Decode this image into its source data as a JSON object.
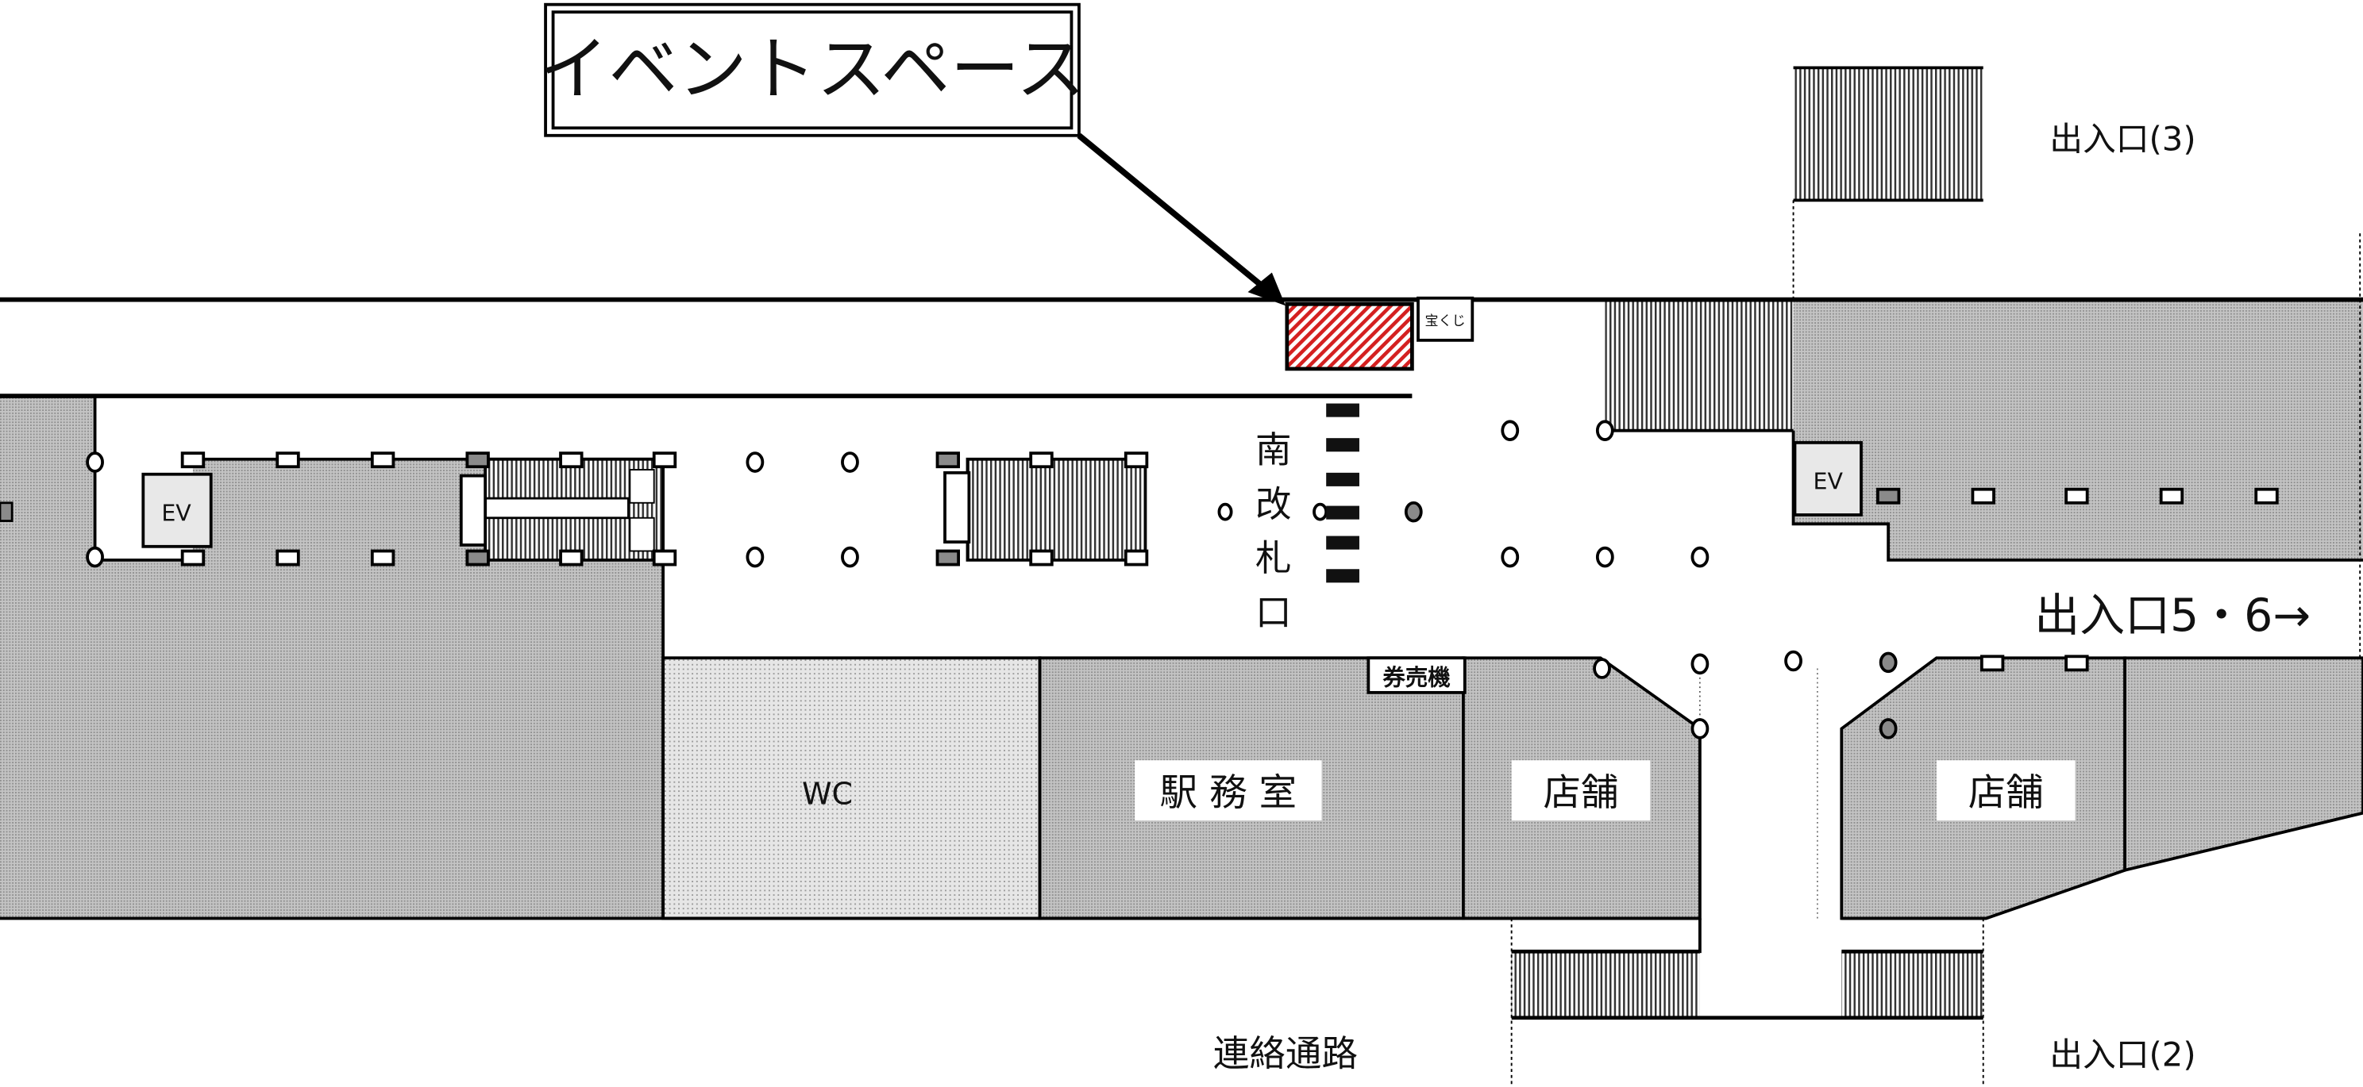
{
  "title": "イベントスペース",
  "labels": {
    "lottery": "宝くじ",
    "gate": [
      "南",
      "改",
      "札",
      "口"
    ],
    "ev_left": "EV",
    "ev_right": "EV",
    "ticket_machine": "券売機",
    "wc": "WC",
    "station_office": "駅 務 室",
    "shop_left": "店舗",
    "shop_right": "店舗",
    "exit_3": "出入口(3)",
    "exit_56": "出入口5・6→",
    "exit_2": "出入口(2)",
    "passage": "連絡通路"
  },
  "colors": {
    "event_space": "#d42020",
    "area_gray": "#a9a9a9",
    "ev_box": "#e8e8e8",
    "dark_marker": "#8a8a8a"
  }
}
